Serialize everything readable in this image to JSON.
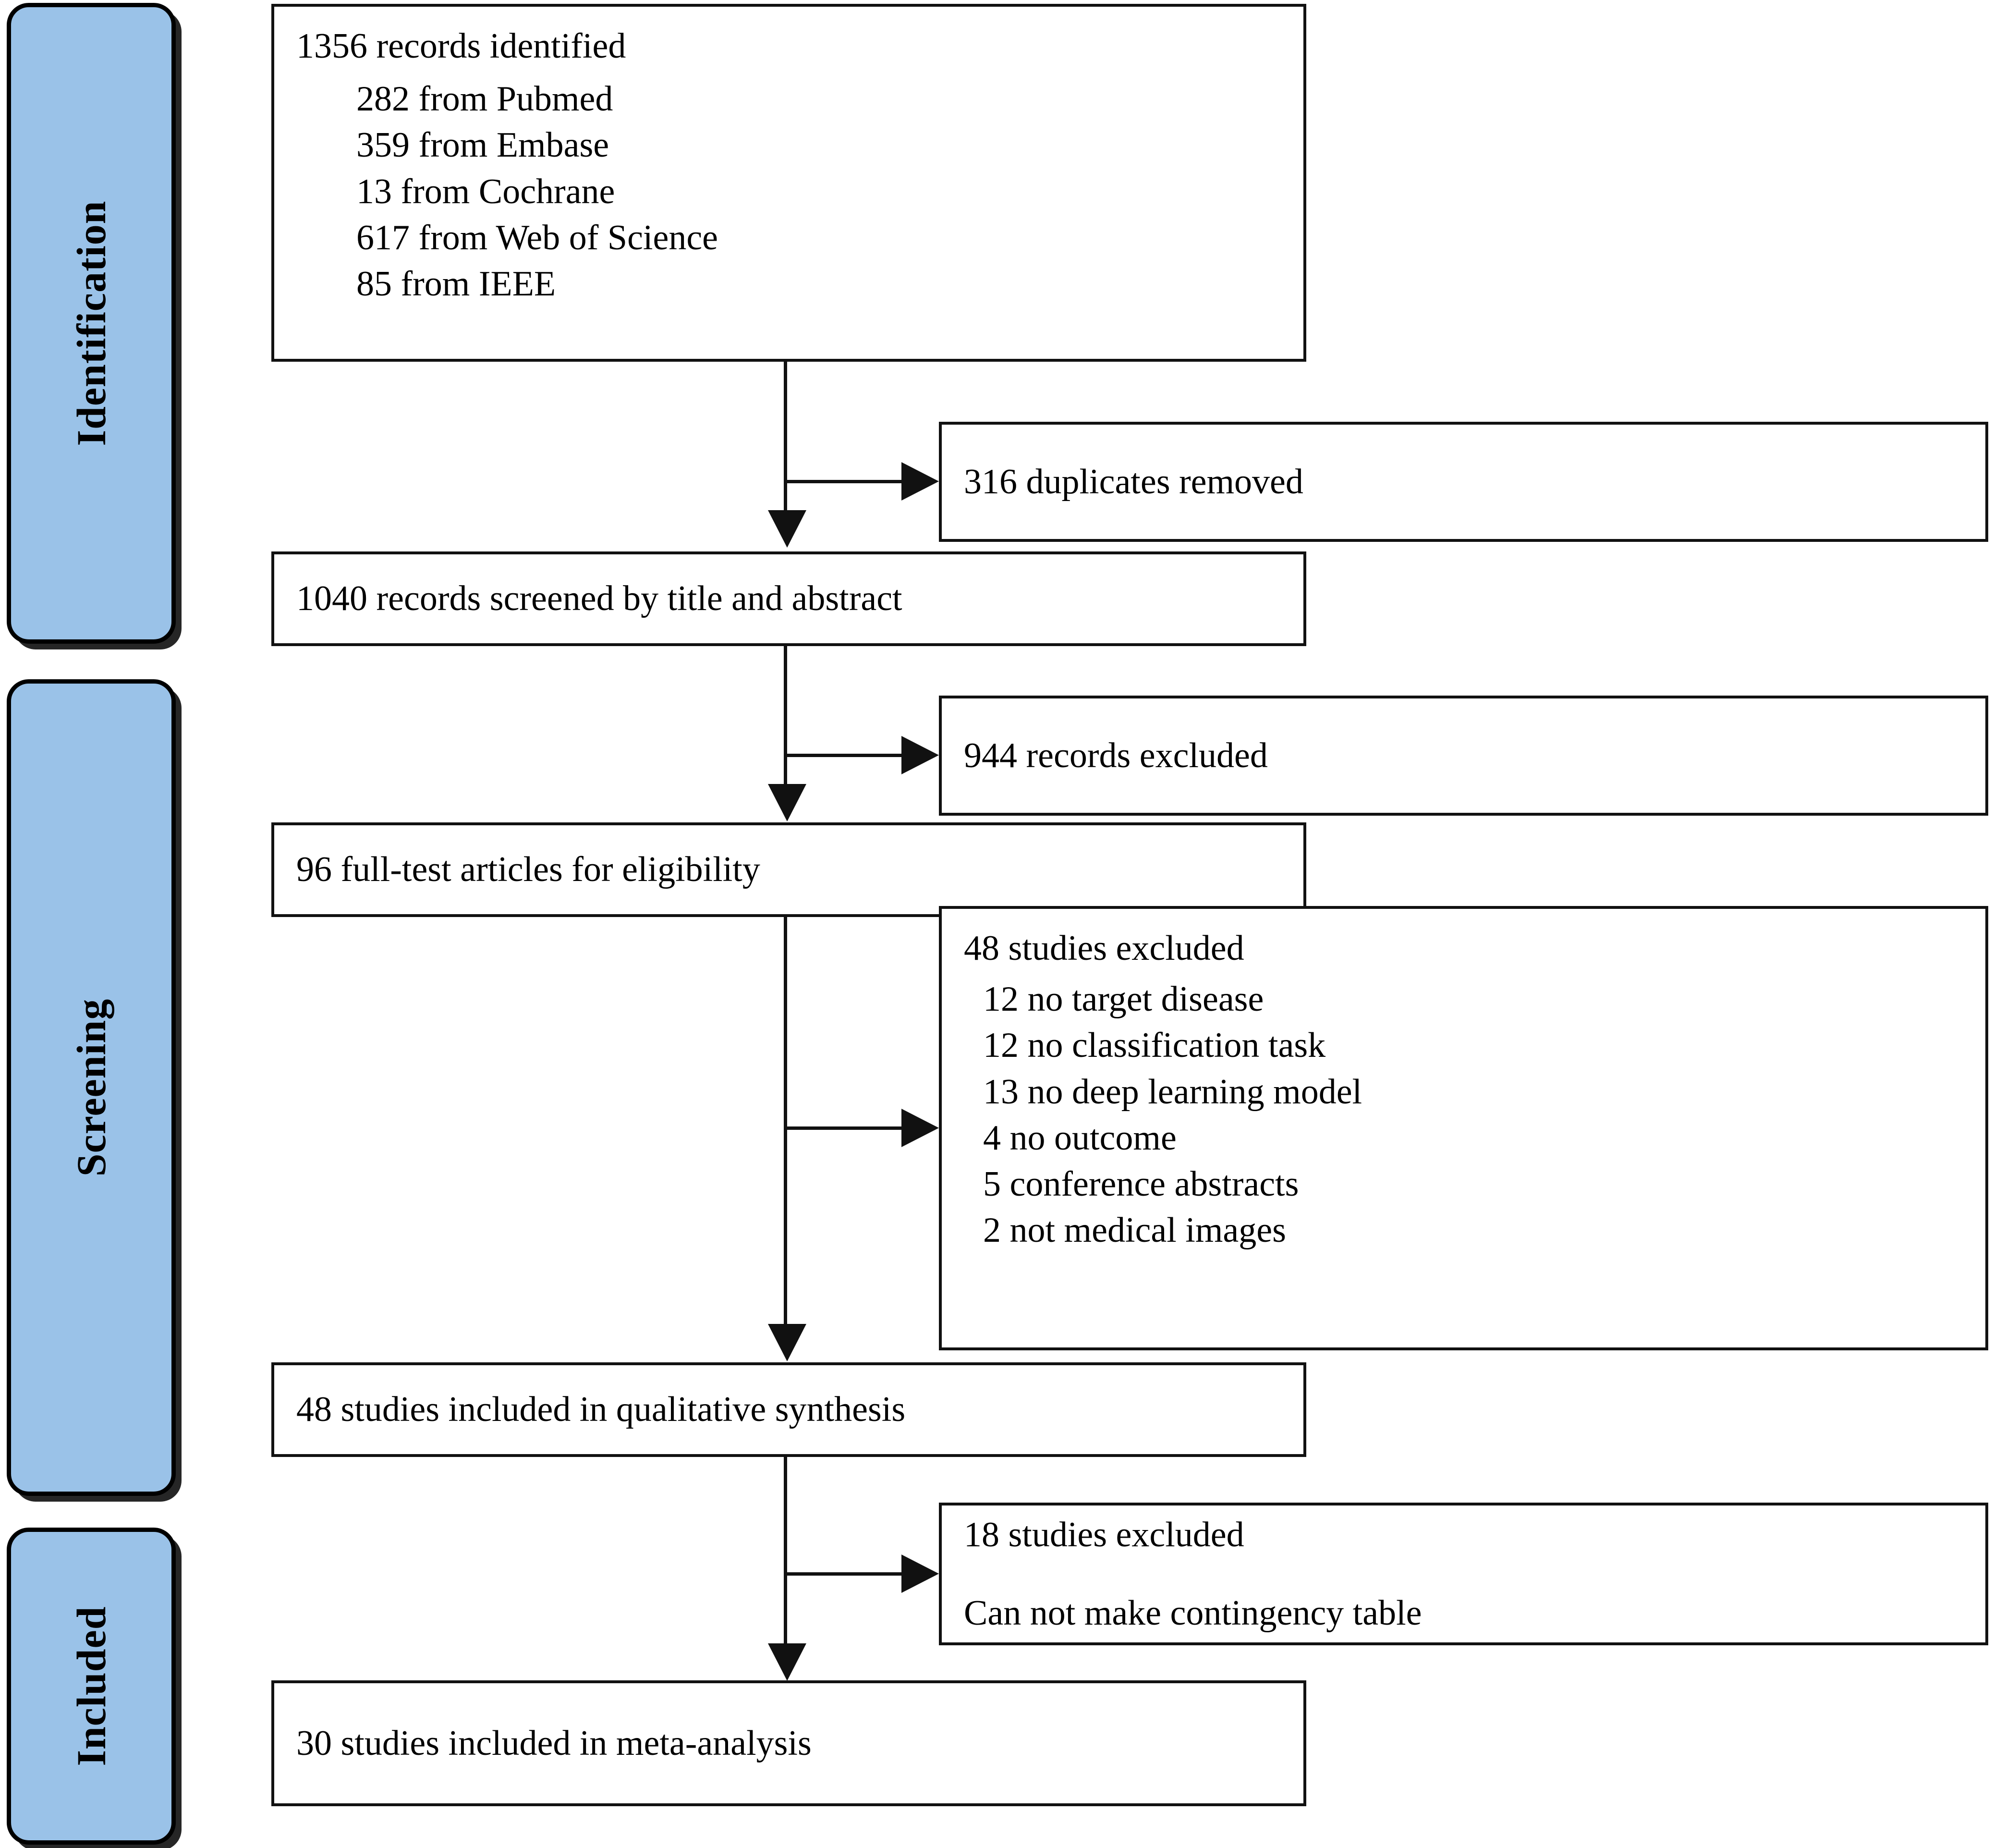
{
  "diagram": {
    "title": "PRISMA study selection flow diagram",
    "accent_color": "#9ac2e8",
    "line_color": "#111111",
    "background_color": "#ffffff"
  },
  "phases": [
    {
      "id": "identification",
      "label": "Identification"
    },
    {
      "id": "screening",
      "label": "Screening"
    },
    {
      "id": "included",
      "label": "Included"
    }
  ],
  "boxes": {
    "identified": {
      "heading": "1356 records identified",
      "sources": [
        "282 from Pubmed",
        "359 from Embase",
        "13 from Cochrane",
        "617 from Web of Science",
        "85 from IEEE"
      ]
    },
    "duplicates_removed": {
      "text": "316 duplicates removed"
    },
    "screened": {
      "text": "1040 records screened by title and abstract"
    },
    "records_excluded": {
      "text": "944 records excluded"
    },
    "full_text": {
      "text": "96 full-test articles for eligibility"
    },
    "studies_excluded": {
      "heading": "48 studies excluded",
      "reasons": [
        "12 no target disease",
        "12 no classification task",
        "13 no deep learning model",
        "4 no outcome",
        "5 conference abstracts",
        "2 not medical images"
      ]
    },
    "qualitative": {
      "text": "48 studies included in qualitative synthesis"
    },
    "studies_excluded_2": {
      "heading": "18 studies excluded",
      "reason": "Can not make contingency table"
    },
    "meta_analysis": {
      "text": "30 studies included in meta-analysis"
    }
  },
  "counts": {
    "total_identified": 1356,
    "pubmed": 282,
    "embase": 359,
    "cochrane": 13,
    "web_of_science": 617,
    "ieee": 85,
    "duplicates_removed": 316,
    "screened": 1040,
    "records_excluded": 944,
    "full_text_assessed": 96,
    "full_text_excluded": 48,
    "qualitative_synthesis": 48,
    "excluded_no_contingency": 18,
    "meta_analysis": 30
  }
}
